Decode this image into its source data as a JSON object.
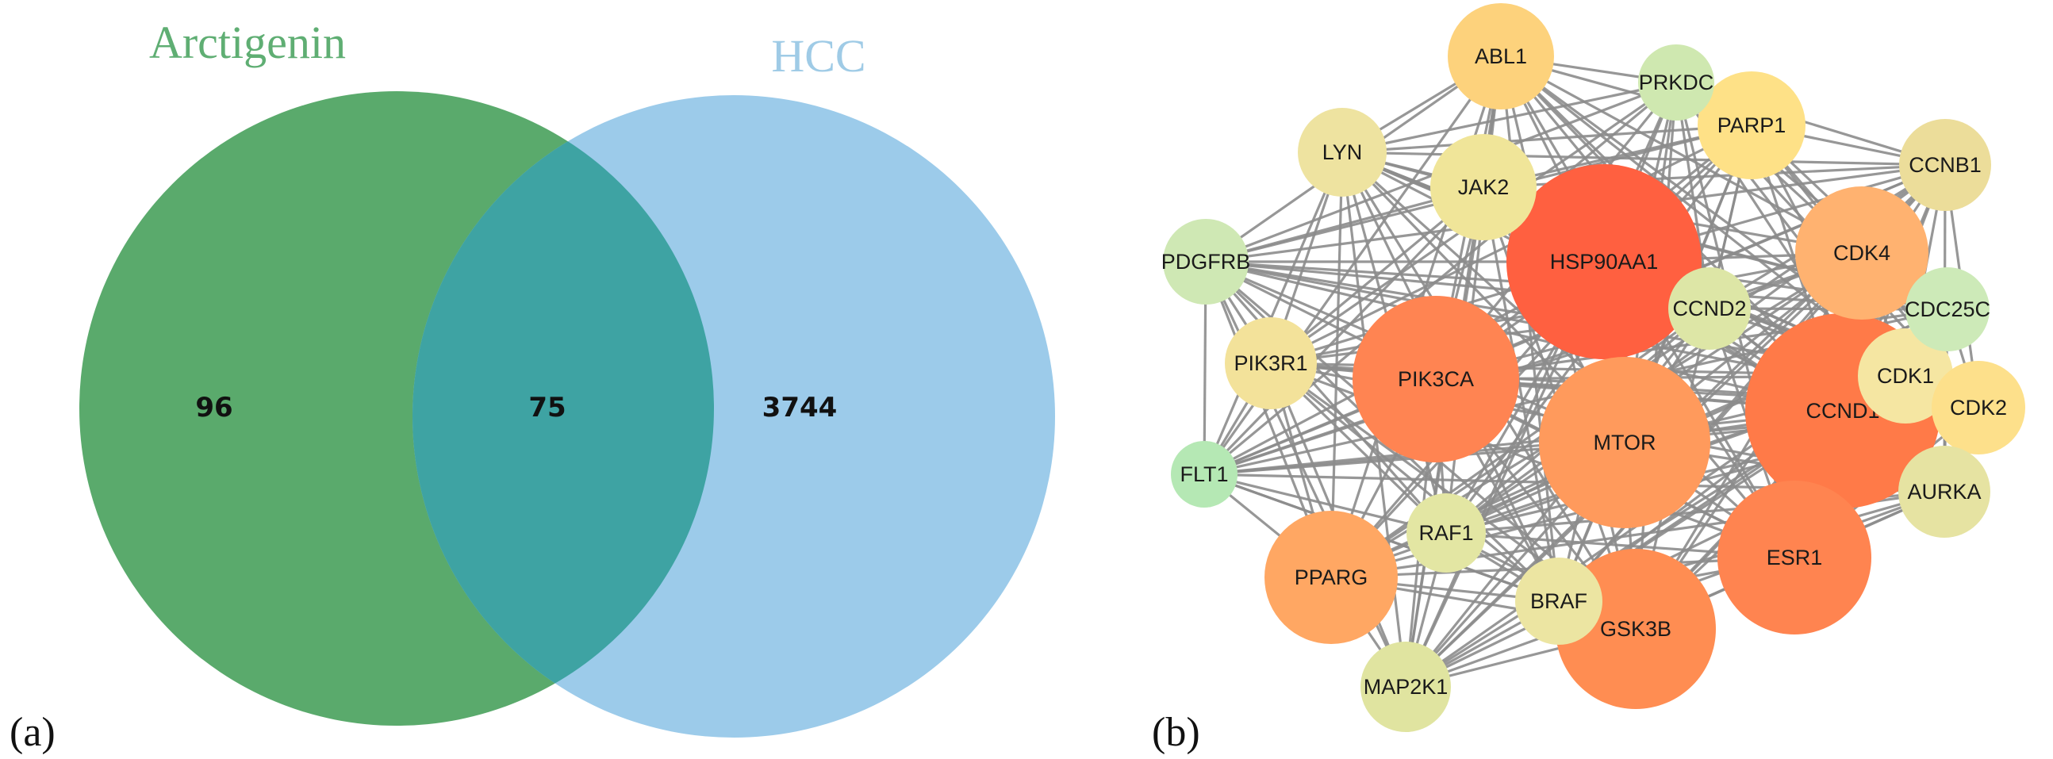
{
  "venn": {
    "sets": [
      {
        "name": "Arctigenin",
        "only": "96",
        "color": "#5aaa6c"
      },
      {
        "name": "HCC",
        "only": "3744",
        "color": "#9ccbea"
      }
    ],
    "overlap": "75",
    "overlap_color": "#3ea3a3",
    "label_colors": [
      "#5fae73",
      "#9fcbe6"
    ]
  },
  "panel_labels": [
    "(a)",
    "(b)"
  ],
  "network": {
    "nodes": [
      {
        "id": "HSP90AA1",
        "color": "#ff6040"
      },
      {
        "id": "CCND1",
        "color": "#ff7a48"
      },
      {
        "id": "PIK3CA",
        "color": "#ff8452"
      },
      {
        "id": "MTOR",
        "color": "#ff9a5c"
      },
      {
        "id": "ESR1",
        "color": "#ff8450"
      },
      {
        "id": "GSK3B",
        "color": "#ff8d52"
      },
      {
        "id": "PPARG",
        "color": "#ffa763"
      },
      {
        "id": "CDK4",
        "color": "#ffb270"
      },
      {
        "id": "ABL1",
        "color": "#fdd27c"
      },
      {
        "id": "PARP1",
        "color": "#fee187"
      },
      {
        "id": "CDK2",
        "color": "#fde08b"
      },
      {
        "id": "JAK2",
        "color": "#f0e599"
      },
      {
        "id": "LYN",
        "color": "#eee3a0"
      },
      {
        "id": "PIK3R1",
        "color": "#f3e29a"
      },
      {
        "id": "CDK1",
        "color": "#f5e6a2"
      },
      {
        "id": "BRAF",
        "color": "#ece5a2"
      },
      {
        "id": "RAF1",
        "color": "#e3e6a3"
      },
      {
        "id": "AURKA",
        "color": "#e6e3a2"
      },
      {
        "id": "CCNB1",
        "color": "#ecdd9a"
      },
      {
        "id": "MAP2K1",
        "color": "#e0e4a0"
      },
      {
        "id": "CCND2",
        "color": "#dde6a6"
      },
      {
        "id": "PRKDC",
        "color": "#cfe8b0"
      },
      {
        "id": "PDGFRB",
        "color": "#cfe8b4"
      },
      {
        "id": "CDC25C",
        "color": "#cdeab8"
      },
      {
        "id": "FLT1",
        "color": "#b5e8b4"
      }
    ]
  }
}
